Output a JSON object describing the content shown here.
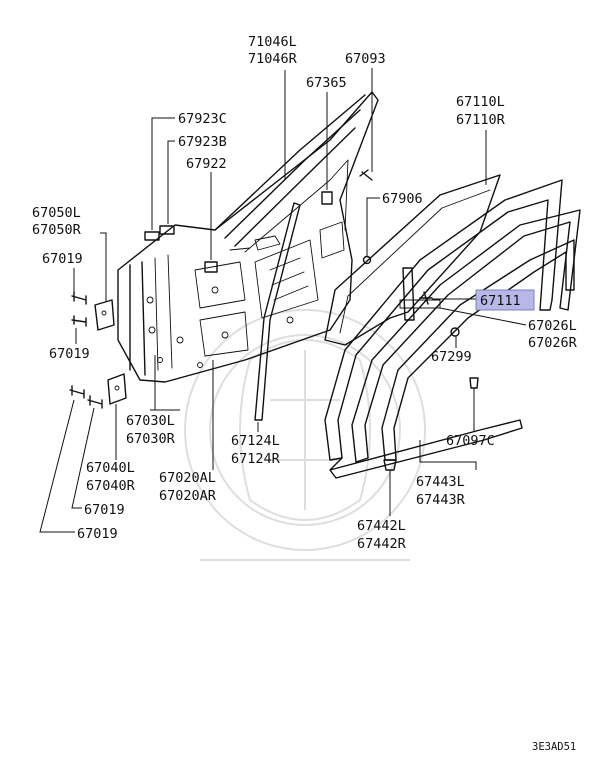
{
  "colors": {
    "line": "#111111",
    "background": "#ffffff",
    "highlight": "#b8b8e8",
    "watermark": "#dedede"
  },
  "labels": {
    "p71046": [
      "71046L",
      "71046R"
    ],
    "p67093": "67093",
    "p67365": "67365",
    "p67110": [
      "67110L",
      "67110R"
    ],
    "p67923c": "67923C",
    "p67923b": "67923B",
    "p67922": "67922",
    "p67906": "67906",
    "p67050": [
      "67050L",
      "67050R"
    ],
    "p67019_a": "67019",
    "p67019_b": "67019",
    "p67111": "67111",
    "p67026": [
      "67026L",
      "67026R"
    ],
    "p67299": "67299",
    "p67030": [
      "67030L",
      "67030R"
    ],
    "p67124": [
      "67124L",
      "67124R"
    ],
    "p67097c": "67097C",
    "p67040": [
      "67040L",
      "67040R"
    ],
    "p67020": [
      "67020AL",
      "67020AR"
    ],
    "p67443": [
      "67443L",
      "67443R"
    ],
    "p67019_c": "67019",
    "p67442": [
      "67442L",
      "67442R"
    ],
    "p67019_d": "67019"
  },
  "diagram_code": "3E3AD51"
}
